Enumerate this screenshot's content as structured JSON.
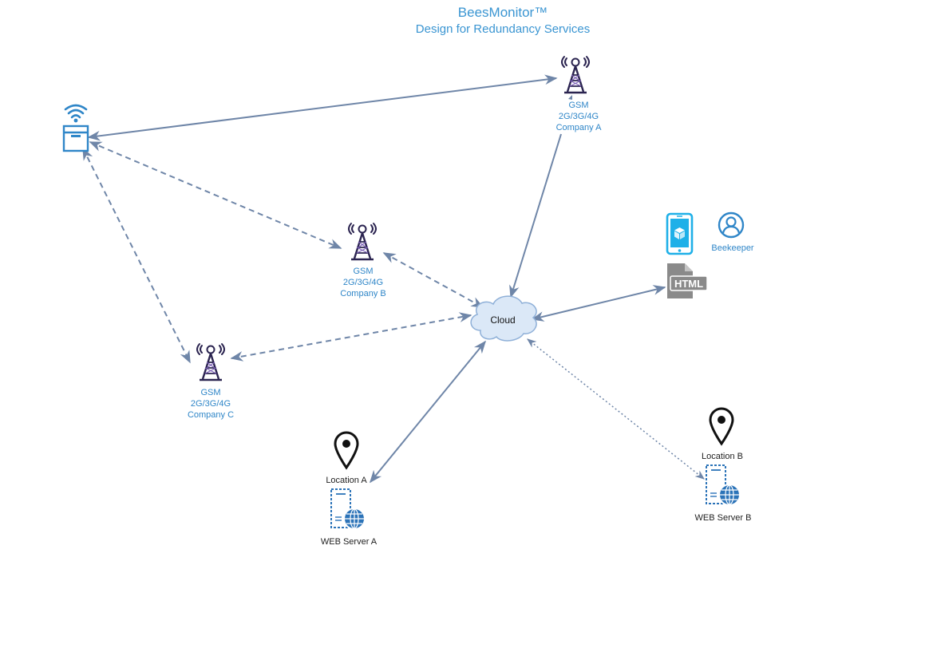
{
  "title": "BeesMonitor™",
  "subtitle": "Design for Redundancy Services",
  "colors": {
    "title": "#3a95d2",
    "label": "#2f86c8",
    "edge": "#6f86a8",
    "cloud_fill": "#dbe8f7",
    "cloud_stroke": "#8fb0d8",
    "tower": "#2b2450",
    "tower_accent": "#7d61b8",
    "hive": "#2f86c8",
    "phone": "#1fb0e8",
    "web": "#2b73b8",
    "html_icon": "#8a8a8a",
    "pin": "#111111"
  },
  "nodes": {
    "gsm_a": {
      "line1": "GSM",
      "line2": "2G/3G/4G",
      "line3": "Company A",
      "icon": "cell-tower-icon"
    },
    "gsm_b": {
      "line1": "GSM",
      "line2": "2G/3G/4G",
      "line3": "Company B",
      "icon": "cell-tower-icon"
    },
    "gsm_c": {
      "line1": "GSM",
      "line2": "2G/3G/4G",
      "line3": "Company C",
      "icon": "cell-tower-icon"
    },
    "cloud": {
      "label": "Cloud",
      "icon": "cloud-icon"
    },
    "beekeeper": {
      "label": "Beekeeper",
      "icon": "user-icon"
    },
    "html": {
      "label": "HTML",
      "icon": "html-file-icon"
    },
    "phone": {
      "icon": "mobile-app-icon"
    },
    "hive": {
      "icon": "wifi-hive-icon"
    },
    "location_a": {
      "label": "Location A",
      "icon": "map-pin-icon"
    },
    "location_b": {
      "label": "Location B",
      "icon": "map-pin-icon"
    },
    "web_server_a": {
      "label": "WEB Server A",
      "icon": "web-server-icon"
    },
    "web_server_b": {
      "label": "WEB Server B",
      "icon": "web-server-icon"
    }
  },
  "edges": [
    {
      "from": "hive",
      "to": "gsm_a",
      "style": "solid",
      "direction": "both"
    },
    {
      "from": "hive",
      "to": "gsm_b",
      "style": "dashed",
      "direction": "both"
    },
    {
      "from": "hive",
      "to": "gsm_c",
      "style": "dashed",
      "direction": "both"
    },
    {
      "from": "gsm_a",
      "to": "cloud",
      "style": "solid",
      "direction": "forward"
    },
    {
      "from": "gsm_b",
      "to": "cloud",
      "style": "dashed",
      "direction": "both"
    },
    {
      "from": "gsm_c",
      "to": "cloud",
      "style": "dashed",
      "direction": "both"
    },
    {
      "from": "cloud",
      "to": "html",
      "style": "solid",
      "direction": "both"
    },
    {
      "from": "cloud",
      "to": "location_a",
      "style": "solid",
      "direction": "both"
    },
    {
      "from": "cloud",
      "to": "web_server_b",
      "style": "dotted",
      "direction": "both"
    }
  ]
}
